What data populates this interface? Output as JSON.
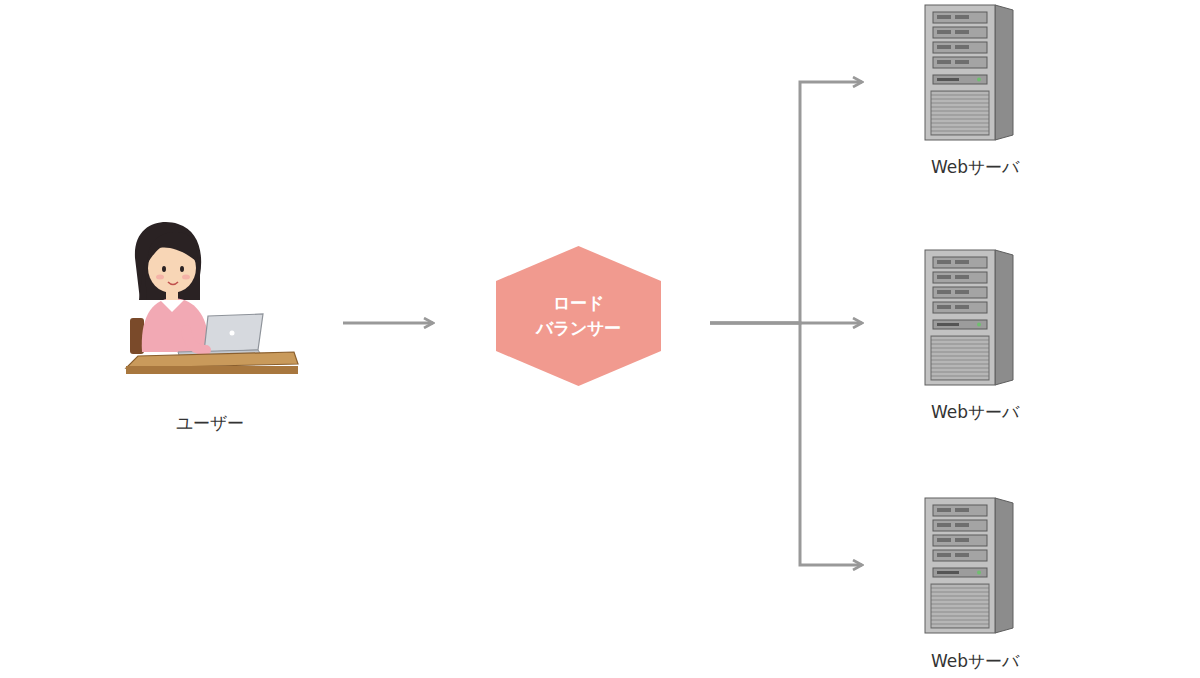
{
  "diagram": {
    "nodes": [
      {
        "text": [
          "ユーザー"
        ]
      },
      {
        "text": [
          "ロード バランサー"
        ]
      },
      {
        "text": [
          "Webサーバ"
        ]
      },
      {
        "text": [
          "Webサーバ"
        ]
      },
      {
        "text": [
          "Webサーバ"
        ]
      }
    ],
    "edges": [
      {
        "from": 0,
        "to": 1,
        "arrow": "to"
      },
      {
        "from": 1,
        "to": 2,
        "arrow": "to"
      },
      {
        "from": 1,
        "to": 3,
        "arrow": "to"
      },
      {
        "from": 1,
        "to": 4,
        "arrow": "to"
      }
    ]
  }
}
